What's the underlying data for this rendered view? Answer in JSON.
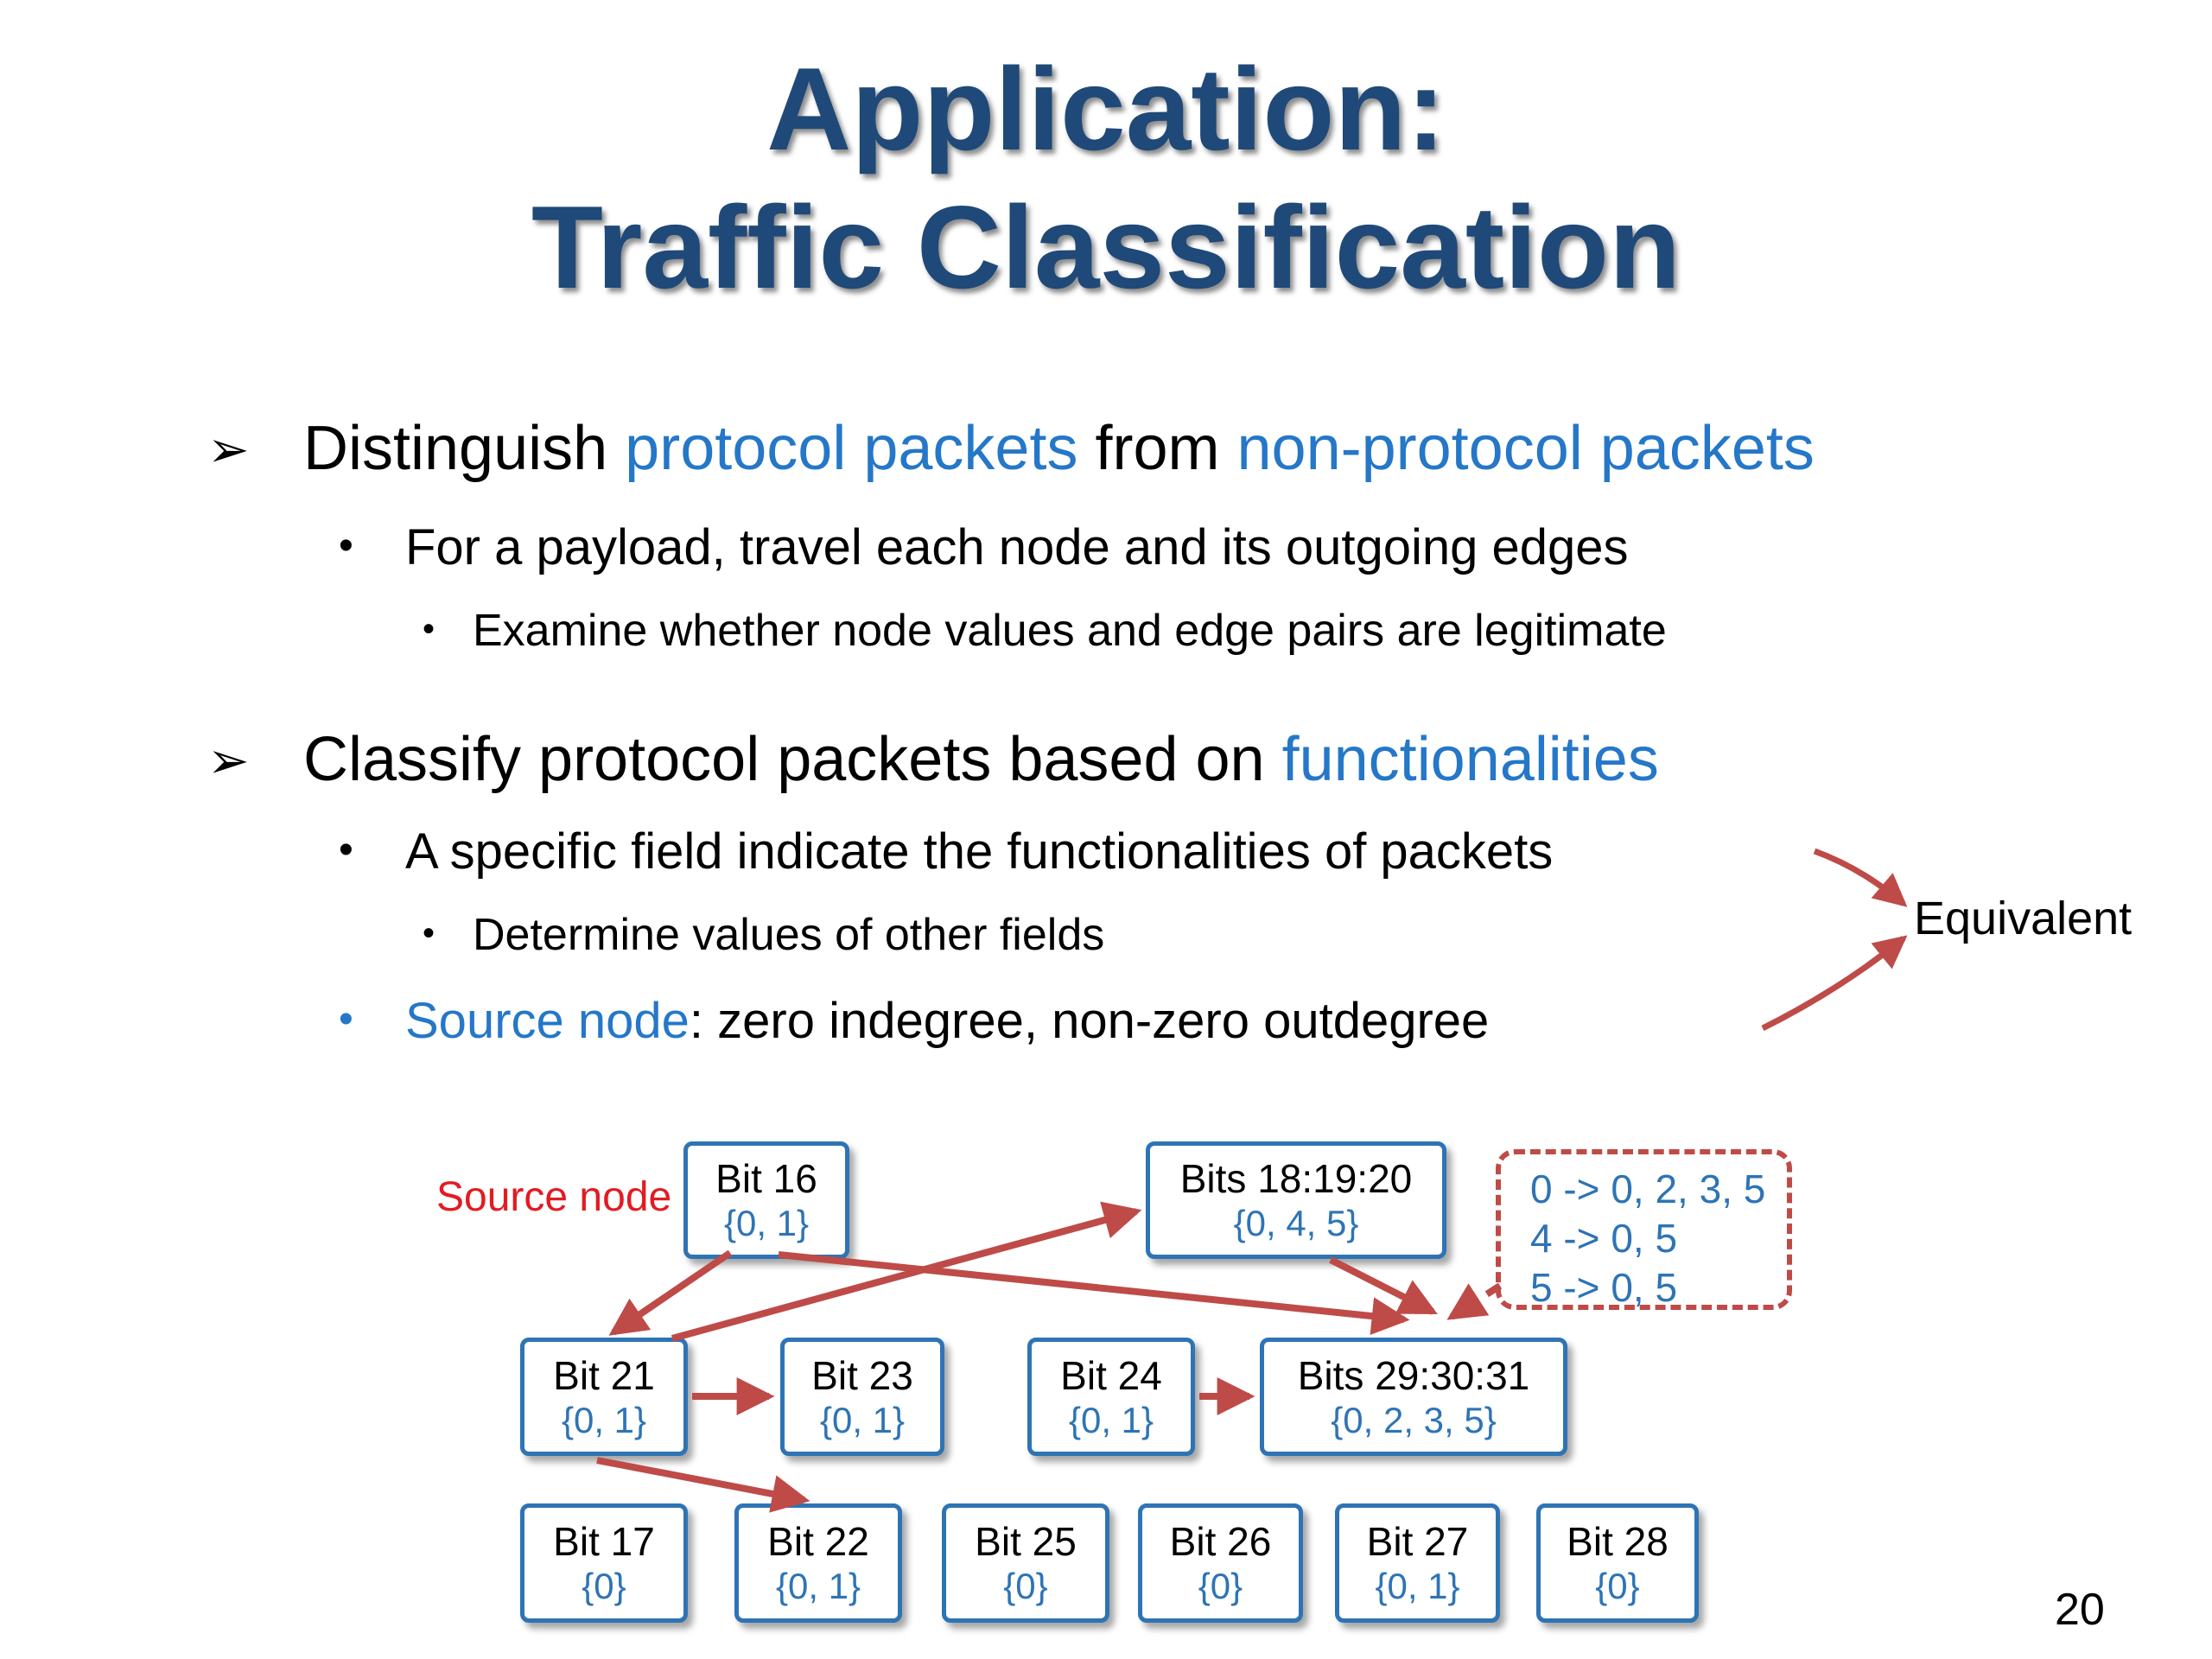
{
  "colors": {
    "title_blue": "#1F4978",
    "accent_blue": "#2577C8",
    "node_blue": "#2E74B5",
    "arrow_red": "#BE4B48",
    "label_red": "#E21B22"
  },
  "title": {
    "line1": "Application:",
    "line2": "Traffic Classification"
  },
  "bullets": [
    {
      "level": 1,
      "glyph": "➢",
      "segments": [
        {
          "text": "Distinguish "
        },
        {
          "text": "protocol packets",
          "blue": true
        },
        {
          "text": " from "
        },
        {
          "text": "non-protocol packets",
          "blue": true
        }
      ]
    },
    {
      "level": 2,
      "glyph": "•",
      "segments": [
        {
          "text": "For a payload, travel each node and its outgoing edges"
        }
      ]
    },
    {
      "level": 3,
      "glyph": "•",
      "segments": [
        {
          "text": "Examine whether node values and edge pairs are legitimate"
        }
      ]
    },
    {
      "level": 1,
      "glyph": "➢",
      "segments": [
        {
          "text": "Classify protocol packets based on "
        },
        {
          "text": "functionalities",
          "blue": true
        }
      ]
    },
    {
      "level": 2,
      "glyph": "•",
      "segments": [
        {
          "text": "A specific field indicate the functionalities of packets"
        }
      ]
    },
    {
      "level": 3,
      "glyph": "•",
      "segments": [
        {
          "text": "Determine values of other fields"
        }
      ]
    },
    {
      "level": 2,
      "glyph": "•",
      "segments": [
        {
          "text": "Source node",
          "blue": true
        },
        {
          "text": ": zero indegree, non-zero outdegree"
        }
      ]
    }
  ],
  "equivalent_label": "Equivalent",
  "diagram": {
    "source_node_label": "Source node",
    "nodes": [
      {
        "label": "Bit 16",
        "values": "{0, 1}"
      },
      {
        "label": "Bits 18:19:20",
        "values": "{0, 4, 5}"
      },
      {
        "label": "Bit 21",
        "values": "{0, 1}"
      },
      {
        "label": "Bit 23",
        "values": "{0, 1}"
      },
      {
        "label": "Bit 24",
        "values": "{0, 1}"
      },
      {
        "label": "Bits 29:30:31",
        "values": "{0, 2, 3, 5}"
      },
      {
        "label": "Bit 17",
        "values": "{0}"
      },
      {
        "label": "Bit 22",
        "values": "{0, 1}"
      },
      {
        "label": "Bit 25",
        "values": "{0}"
      },
      {
        "label": "Bit 26",
        "values": "{0}"
      },
      {
        "label": "Bit 27",
        "values": "{0, 1}"
      },
      {
        "label": "Bit 28",
        "values": "{0}"
      }
    ],
    "mapping_box": {
      "lines": [
        "0 -> 0, 2, 3, 5",
        "4 -> 0, 5",
        "5 -> 0, 5"
      ]
    }
  },
  "page_number": "20"
}
